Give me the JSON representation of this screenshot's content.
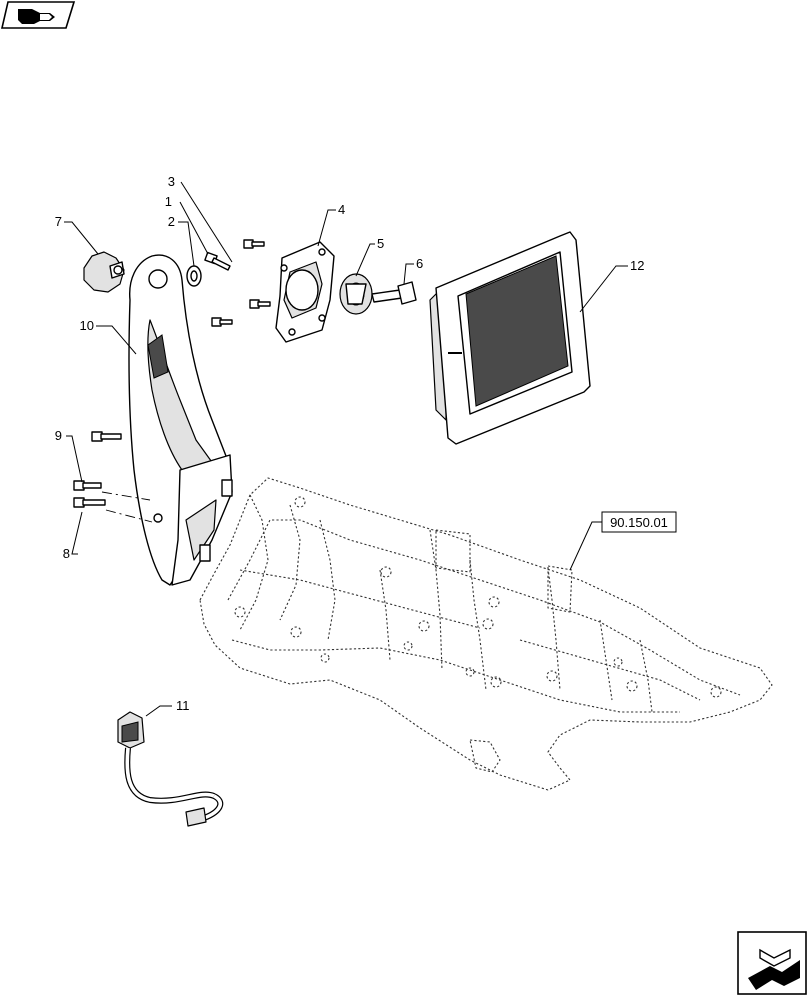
{
  "callouts": {
    "c1": "1",
    "c2": "2",
    "c3": "3",
    "c4": "4",
    "c5": "5",
    "c6": "6",
    "c7": "7",
    "c8": "8",
    "c9": "9",
    "c10": "10",
    "c11": "11",
    "c12": "12"
  },
  "reference_box": {
    "label": "90.150.01"
  },
  "icons": {
    "top_left": "section-navigation-icon",
    "bottom_right": "page-navigation-icon"
  }
}
